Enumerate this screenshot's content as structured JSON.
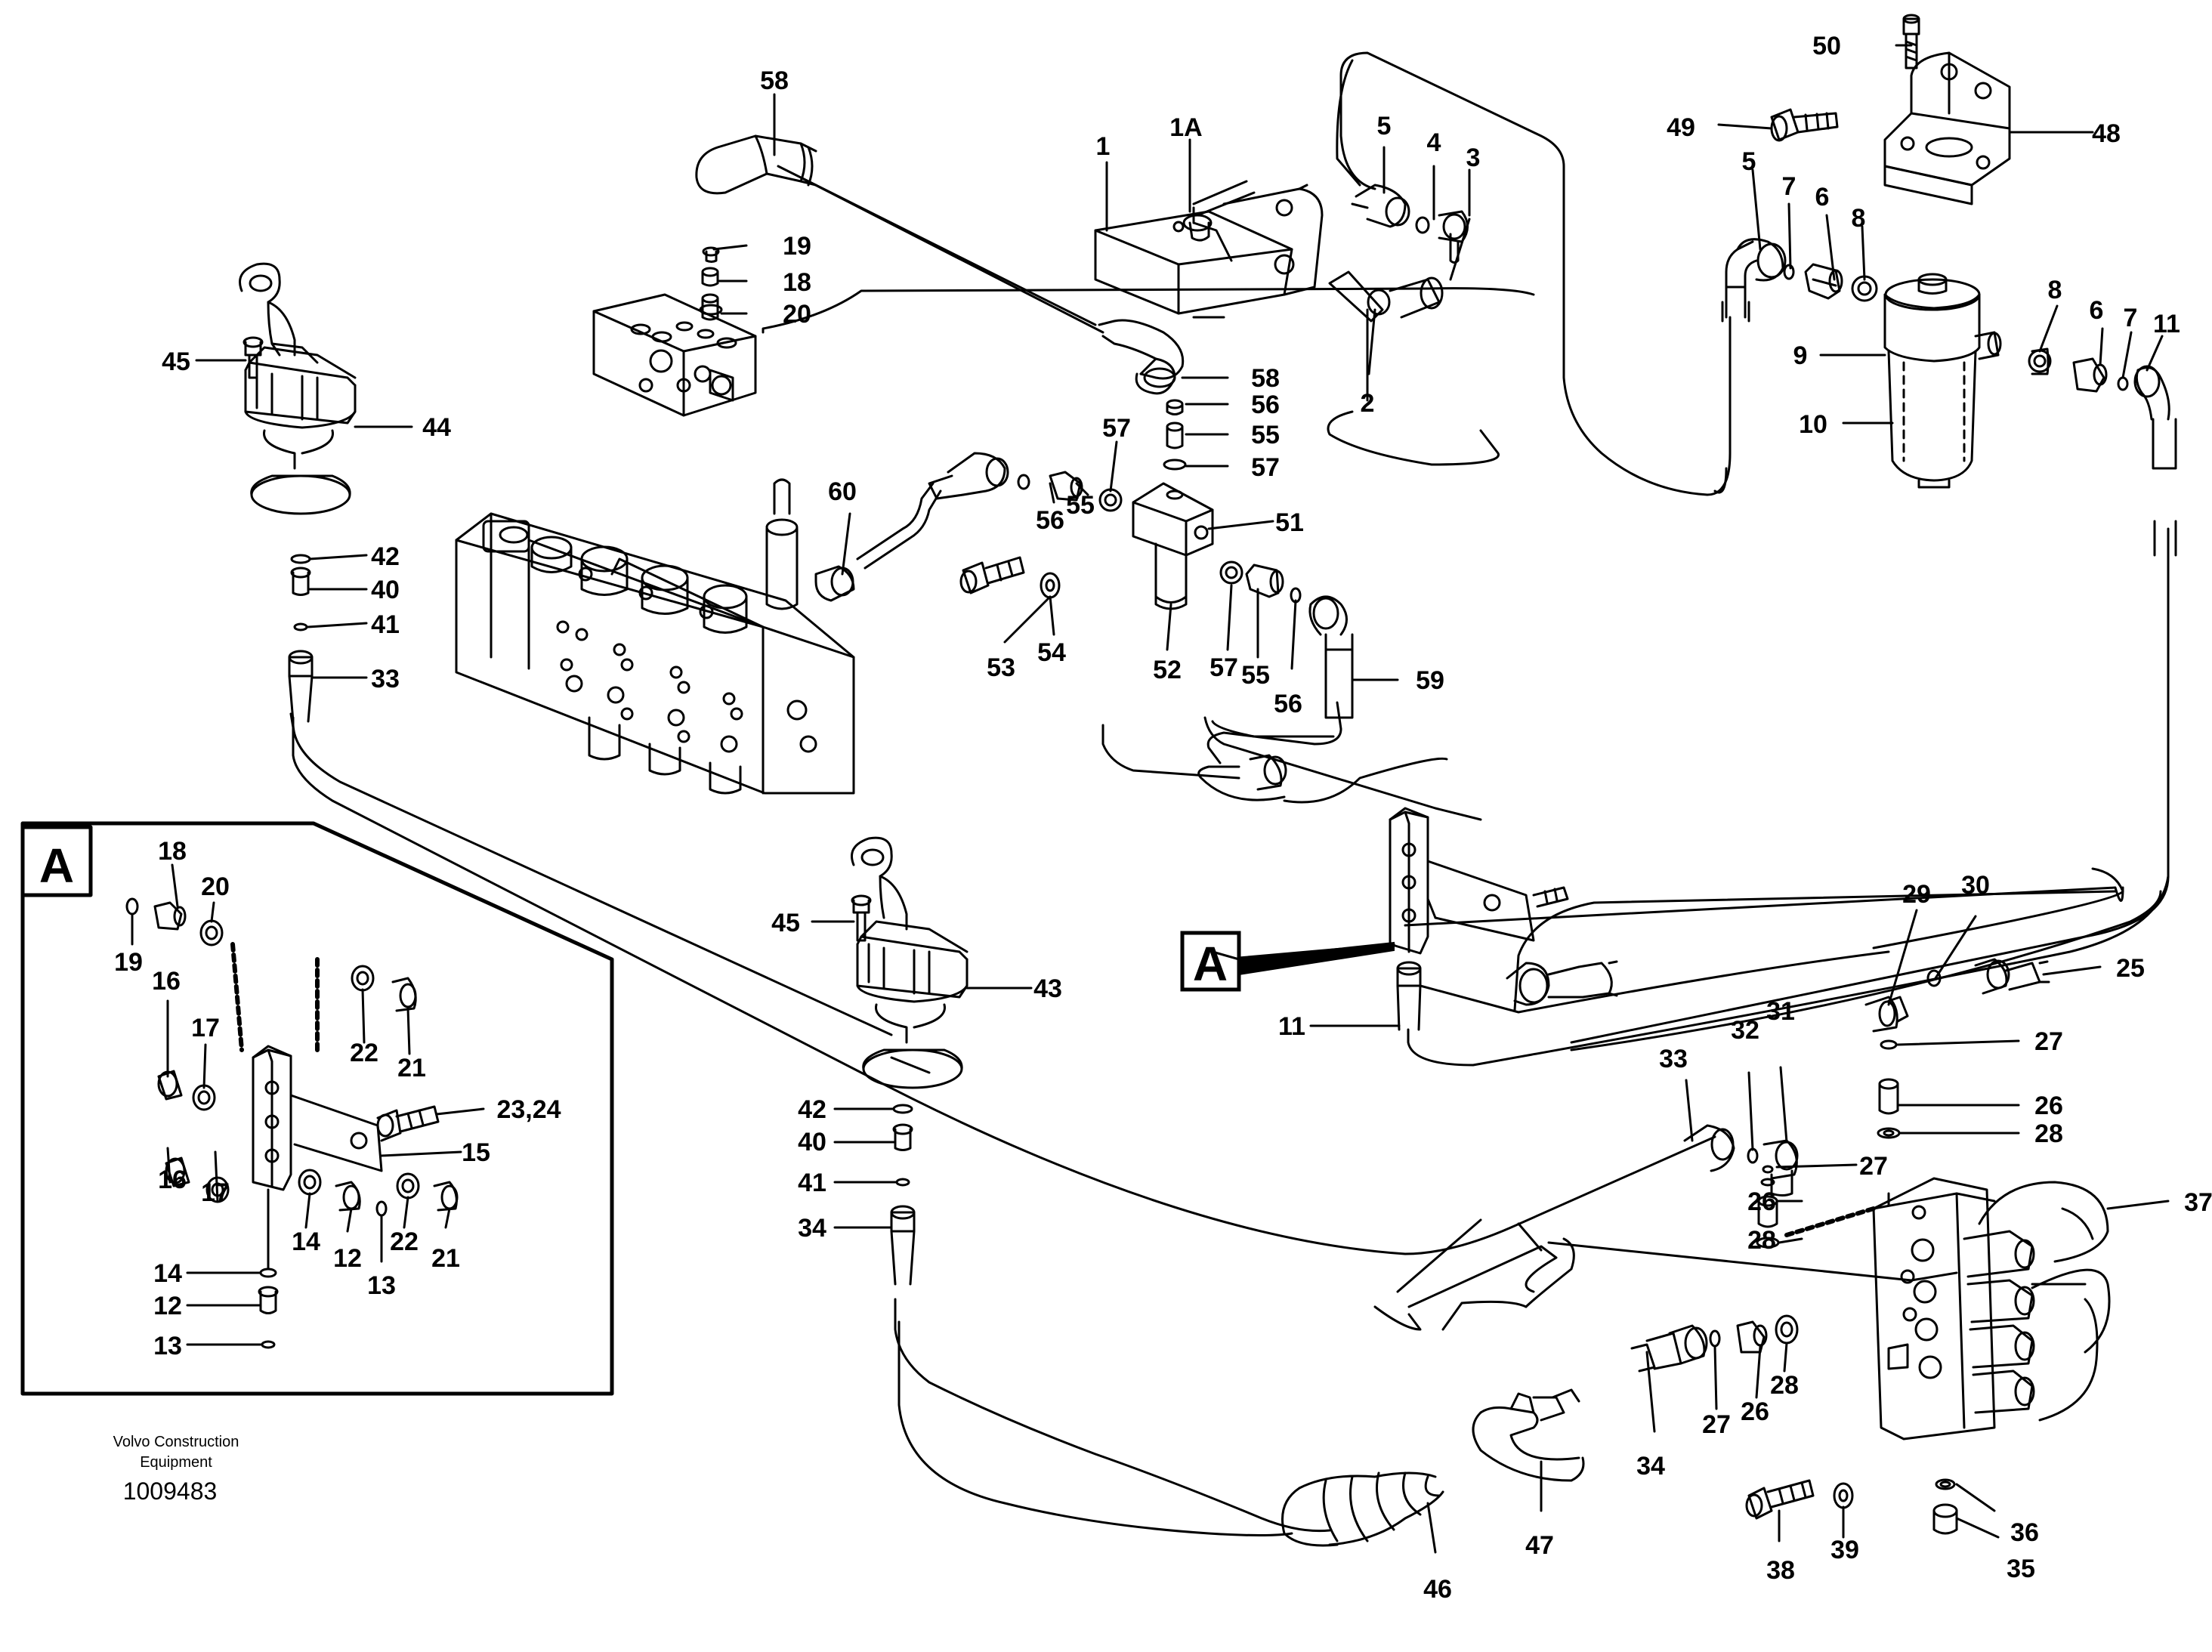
{
  "diagram": {
    "callouts": [
      {
        "id": "c58a",
        "text": "58"
      },
      {
        "id": "c1",
        "text": "1"
      },
      {
        "id": "c1A",
        "text": "1A"
      },
      {
        "id": "c5a",
        "text": "5"
      },
      {
        "id": "c4",
        "text": "4"
      },
      {
        "id": "c3",
        "text": "3"
      },
      {
        "id": "c50",
        "text": "50"
      },
      {
        "id": "c49",
        "text": "49"
      },
      {
        "id": "c48",
        "text": "48"
      },
      {
        "id": "c5b",
        "text": "5"
      },
      {
        "id": "c7a",
        "text": "7"
      },
      {
        "id": "c6a",
        "text": "6"
      },
      {
        "id": "c8a",
        "text": "8"
      },
      {
        "id": "c9",
        "text": "9"
      },
      {
        "id": "c10",
        "text": "10"
      },
      {
        "id": "c8b",
        "text": "8"
      },
      {
        "id": "c6b",
        "text": "6"
      },
      {
        "id": "c7b",
        "text": "7"
      },
      {
        "id": "c11a",
        "text": "11"
      },
      {
        "id": "c19a",
        "text": "19"
      },
      {
        "id": "c18a",
        "text": "18"
      },
      {
        "id": "c20a",
        "text": "20"
      },
      {
        "id": "c45a",
        "text": "45"
      },
      {
        "id": "c44",
        "text": "44"
      },
      {
        "id": "c58b",
        "text": "58"
      },
      {
        "id": "c56a",
        "text": "56"
      },
      {
        "id": "c55a",
        "text": "55"
      },
      {
        "id": "c57a",
        "text": "57"
      },
      {
        "id": "c2",
        "text": "2"
      },
      {
        "id": "c57b",
        "text": "57"
      },
      {
        "id": "c60",
        "text": "60"
      },
      {
        "id": "c56b",
        "text": "56"
      },
      {
        "id": "c55b",
        "text": "55"
      },
      {
        "id": "c51",
        "text": "51"
      },
      {
        "id": "c42a",
        "text": "42"
      },
      {
        "id": "c40a",
        "text": "40"
      },
      {
        "id": "c41a",
        "text": "41"
      },
      {
        "id": "c33a",
        "text": "33"
      },
      {
        "id": "c53",
        "text": "53"
      },
      {
        "id": "c54",
        "text": "54"
      },
      {
        "id": "c52",
        "text": "52"
      },
      {
        "id": "c57c",
        "text": "57"
      },
      {
        "id": "c55c",
        "text": "55"
      },
      {
        "id": "c56c",
        "text": "56"
      },
      {
        "id": "c59",
        "text": "59"
      },
      {
        "id": "cAbox",
        "text": "A"
      },
      {
        "id": "c18b",
        "text": "18"
      },
      {
        "id": "c20b",
        "text": "20"
      },
      {
        "id": "c19b",
        "text": "19"
      },
      {
        "id": "c16a",
        "text": "16"
      },
      {
        "id": "c17a",
        "text": "17"
      },
      {
        "id": "c22a",
        "text": "22"
      },
      {
        "id": "c21a",
        "text": "21"
      },
      {
        "id": "c2324",
        "text": "23,24"
      },
      {
        "id": "c15",
        "text": "15"
      },
      {
        "id": "c16b",
        "text": "16"
      },
      {
        "id": "c17b",
        "text": "17"
      },
      {
        "id": "c14a",
        "text": "14"
      },
      {
        "id": "c12a",
        "text": "12"
      },
      {
        "id": "c13a",
        "text": "13"
      },
      {
        "id": "c22b",
        "text": "22"
      },
      {
        "id": "c21b",
        "text": "21"
      },
      {
        "id": "c14b",
        "text": "14"
      },
      {
        "id": "c12b",
        "text": "12"
      },
      {
        "id": "c13b",
        "text": "13"
      },
      {
        "id": "c45b",
        "text": "45"
      },
      {
        "id": "c43",
        "text": "43"
      },
      {
        "id": "c42b",
        "text": "42"
      },
      {
        "id": "c40b",
        "text": "40"
      },
      {
        "id": "c41b",
        "text": "41"
      },
      {
        "id": "c34a",
        "text": "34"
      },
      {
        "id": "cAref",
        "text": "A"
      },
      {
        "id": "c11b",
        "text": "11"
      },
      {
        "id": "c29",
        "text": "29"
      },
      {
        "id": "c30",
        "text": "30"
      },
      {
        "id": "c25",
        "text": "25"
      },
      {
        "id": "c27a",
        "text": "27"
      },
      {
        "id": "c26a",
        "text": "26"
      },
      {
        "id": "c28a",
        "text": "28"
      },
      {
        "id": "c33b",
        "text": "33"
      },
      {
        "id": "c32",
        "text": "32"
      },
      {
        "id": "c31",
        "text": "31"
      },
      {
        "id": "c27b",
        "text": "27"
      },
      {
        "id": "c26b",
        "text": "26"
      },
      {
        "id": "c28b",
        "text": "28"
      },
      {
        "id": "c37",
        "text": "37"
      },
      {
        "id": "c28c",
        "text": "28"
      },
      {
        "id": "c26c",
        "text": "26"
      },
      {
        "id": "c27c",
        "text": "27"
      },
      {
        "id": "c34b",
        "text": "34"
      },
      {
        "id": "c47",
        "text": "47"
      },
      {
        "id": "c46",
        "text": "46"
      },
      {
        "id": "c38",
        "text": "38"
      },
      {
        "id": "c39",
        "text": "39"
      },
      {
        "id": "c36",
        "text": "36"
      },
      {
        "id": "c35",
        "text": "35"
      }
    ],
    "publisher_line1": "Volvo Construction",
    "publisher_line2": "Equipment",
    "drawing_number": "1009483"
  }
}
